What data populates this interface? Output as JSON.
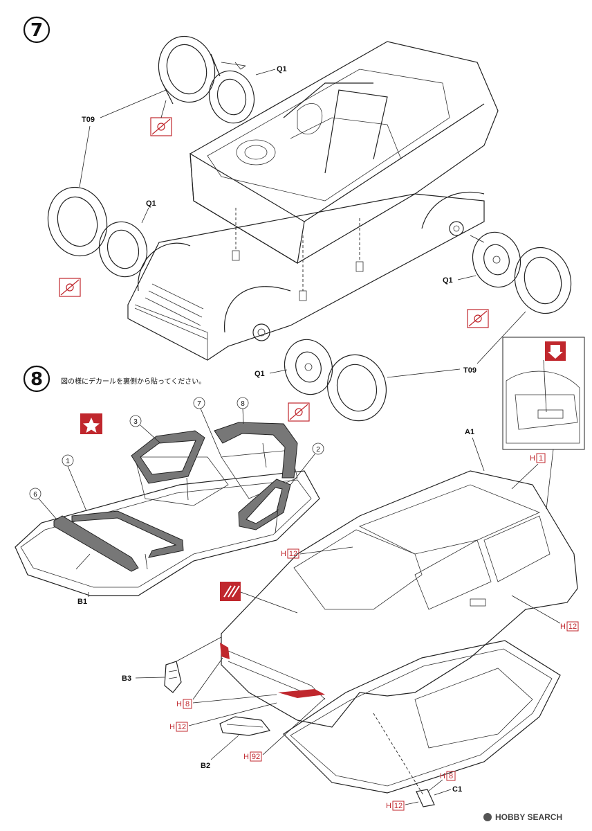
{
  "step7": {
    "number": "7",
    "labels": {
      "q1_rear_left": "Q1",
      "t09_left": "T09",
      "q1_front_left": "Q1",
      "q1_rear_right": "Q1",
      "q1_front_right": "Q1",
      "t09_right": "T09"
    }
  },
  "step8": {
    "number": "8",
    "instruction": "図の様にデカールを裏側から貼ってください。",
    "decal_numbers": [
      "1",
      "2",
      "3",
      "6",
      "7",
      "8"
    ],
    "part_labels": {
      "a1": "A1",
      "b1": "B1",
      "b2": "B2",
      "b3": "B3",
      "c1": "C1"
    },
    "color_refs": {
      "h1": "1",
      "h12_top": "12",
      "h12_side": "12",
      "h8_front": "8",
      "h12_front": "12",
      "h92": "92",
      "h8_rear": "8",
      "h12_rear": "12",
      "h_prefix": "H"
    }
  },
  "watermark": {
    "brand": "HOBBY SEARCH"
  },
  "colors": {
    "accent_red": "#c0272d",
    "line": "#222222"
  }
}
